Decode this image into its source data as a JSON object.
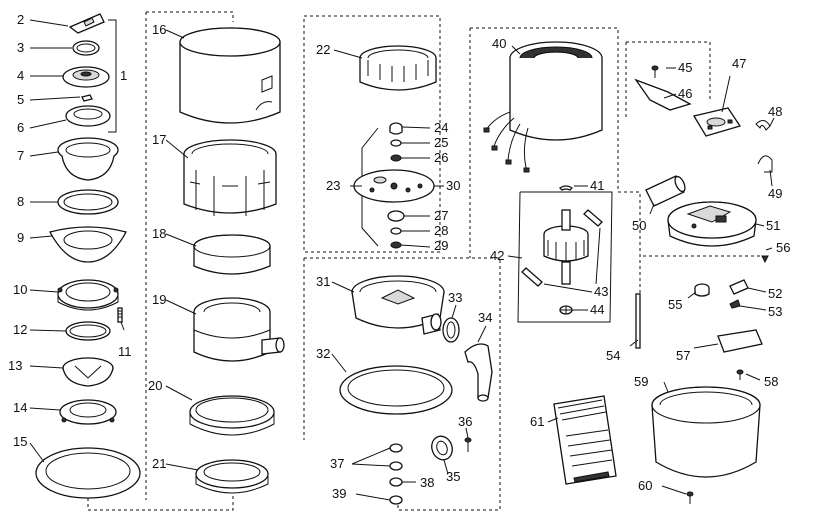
{
  "labels": [
    "1",
    "2",
    "3",
    "4",
    "5",
    "6",
    "7",
    "8",
    "9",
    "10",
    "11",
    "12",
    "13",
    "14",
    "15",
    "16",
    "17",
    "18",
    "19",
    "20",
    "21",
    "22",
    "23",
    "24",
    "25",
    "26",
    "27",
    "28",
    "29",
    "30",
    "31",
    "32",
    "33",
    "34",
    "35",
    "36",
    "37",
    "38",
    "39",
    "40",
    "41",
    "42",
    "43",
    "44",
    "45",
    "46",
    "47",
    "48",
    "49",
    "50",
    "51",
    "52",
    "53",
    "54",
    "55",
    "56",
    "57",
    "58",
    "59",
    "60",
    "61"
  ],
  "colors": {
    "ink": "#111111",
    "paper": "#ffffff"
  }
}
